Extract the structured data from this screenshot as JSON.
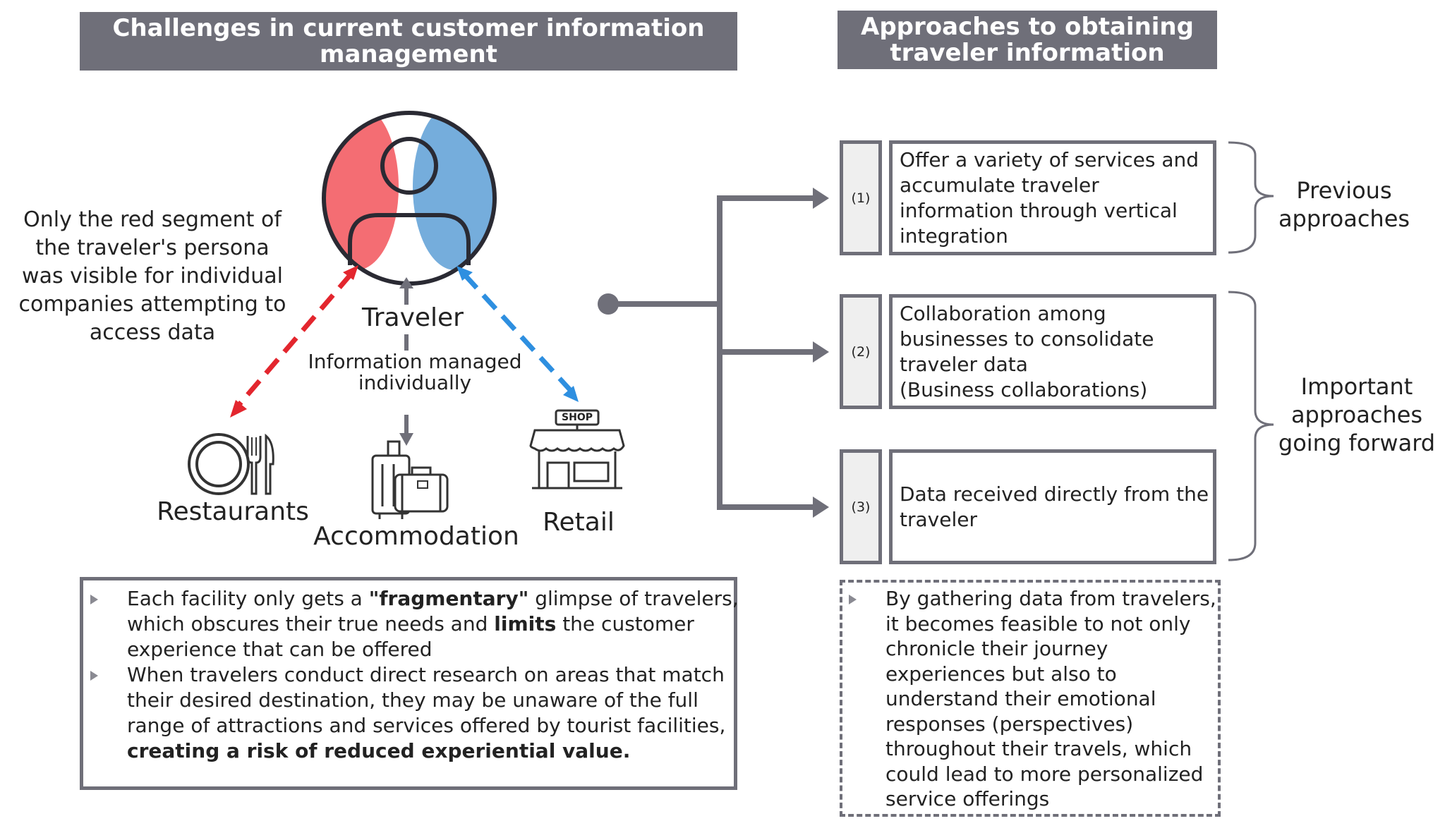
{
  "left_header": [
    "Challenges in current customer information",
    "management"
  ],
  "right_header": [
    "Approaches to obtaining",
    "traveler information"
  ],
  "persona_note": [
    "Only the red segment of",
    "the traveler's persona",
    "was visible for individual",
    "companies attempting to",
    "access data"
  ],
  "traveler_label": "Traveler",
  "info_managed": [
    "Information managed",
    "individually"
  ],
  "facilities": {
    "restaurants": "Restaurants",
    "accommodation": "Accommodation",
    "retail": "Retail",
    "shop_sign": "SHOP"
  },
  "challenge_bullets": [
    {
      "lines": [
        [
          {
            "t": "Each facility only gets a "
          },
          {
            "t": "\"fragmentary\"",
            "b": true
          },
          {
            "t": " glimpse of travelers,"
          }
        ],
        [
          {
            "t": "which obscures their true needs and "
          },
          {
            "t": "limits",
            "b": true
          },
          {
            "t": " the customer"
          }
        ],
        [
          {
            "t": "experience that can be offered"
          }
        ]
      ]
    },
    {
      "lines": [
        [
          {
            "t": "When travelers conduct direct research on areas that match"
          }
        ],
        [
          {
            "t": "their desired destination, they may be unaware of the full"
          }
        ],
        [
          {
            "t": "range of attractions and services offered by tourist facilities,"
          }
        ],
        [
          {
            "t": "creating a risk of reduced experiential value.",
            "b": true
          }
        ]
      ]
    }
  ],
  "approaches": [
    {
      "number": "(1)",
      "lines": [
        "Offer a variety of services and",
        "accumulate traveler",
        "information through vertical",
        "integration"
      ]
    },
    {
      "number": "(2)",
      "lines": [
        "Collaboration among",
        "businesses to consolidate",
        "traveler data",
        "(Business collaborations)"
      ]
    },
    {
      "number": "(3)",
      "lines": [
        "Data received directly from the",
        "traveler"
      ]
    }
  ],
  "previous_label": [
    "Previous",
    "approaches"
  ],
  "important_label": [
    "Important",
    "approaches",
    "going forward"
  ],
  "conclusion_lines": [
    "By gathering data from travelers,",
    "it becomes feasible to not only",
    "chronicle their journey",
    "experiences but also to",
    "understand their emotional",
    "responses (perspectives)",
    "throughout their travels, which",
    "could lead to more personalized",
    "service offerings"
  ],
  "colors": {
    "header_bg": "#6f6f79",
    "red_segment": "#f2545b",
    "blue_segment": "#5d9fd6",
    "red_arrow": "#e3262e",
    "blue_arrow": "#2e8fe0"
  }
}
